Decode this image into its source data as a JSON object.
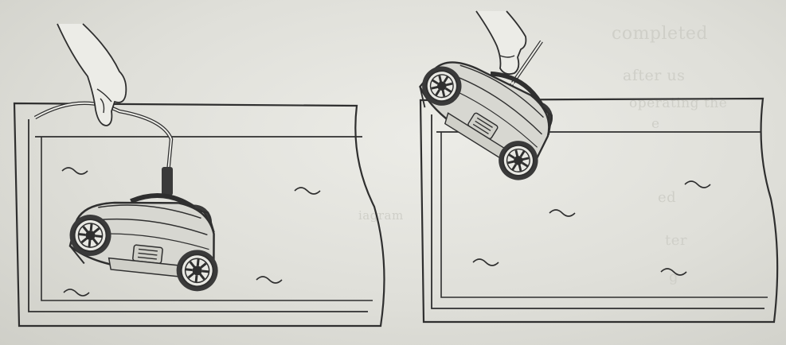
{
  "figure": {
    "panels": [
      {
        "id": "left",
        "scene": "cleaner-being-lowered-into-pool",
        "icons": [
          "hand-icon",
          "power-cable-icon",
          "robot-cleaner-icon",
          "water-ripple-icon"
        ]
      },
      {
        "id": "right",
        "scene": "cleaner-being-lifted-out-of-pool",
        "icons": [
          "hand-icon",
          "power-cable-icon",
          "robot-cleaner-icon",
          "water-ripple-icon"
        ]
      }
    ]
  },
  "bleed_through": [
    "completed",
    "after us",
    "operating the",
    "e",
    "ed",
    "ter",
    "iagram",
    "g"
  ],
  "colors": {
    "paper": "#e4e4de",
    "ink": "#2f2f2f",
    "ink_fill": "#5a5a5a",
    "bleed": "#cfcfc8"
  }
}
